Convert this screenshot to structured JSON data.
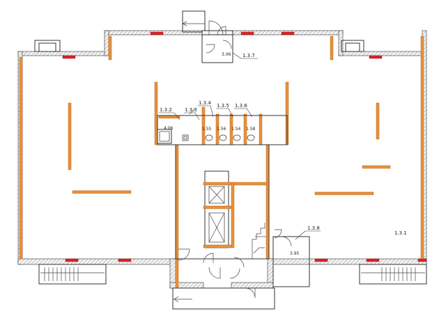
{
  "rooms": {
    "r131": {
      "label": "1.3.1"
    },
    "r132": {
      "label": "1.3.2"
    },
    "r133": {
      "label": "1.3.3"
    },
    "r134": {
      "label": "1.3.4"
    },
    "r135": {
      "label": "1.3.5"
    },
    "r136": {
      "label": "1.3.6"
    },
    "r137": {
      "label": "1.3.7"
    },
    "r138": {
      "label": "1.3.8"
    }
  },
  "areas": {
    "a1": "4.06",
    "a2": "1.55",
    "a3": "1.56",
    "a4": "1.54",
    "a5": "1.58",
    "a6": "3.06",
    "a7": "3.95"
  },
  "colors": {
    "partition": "#e8913a",
    "window": "#d8232a",
    "wall": "#333333"
  }
}
